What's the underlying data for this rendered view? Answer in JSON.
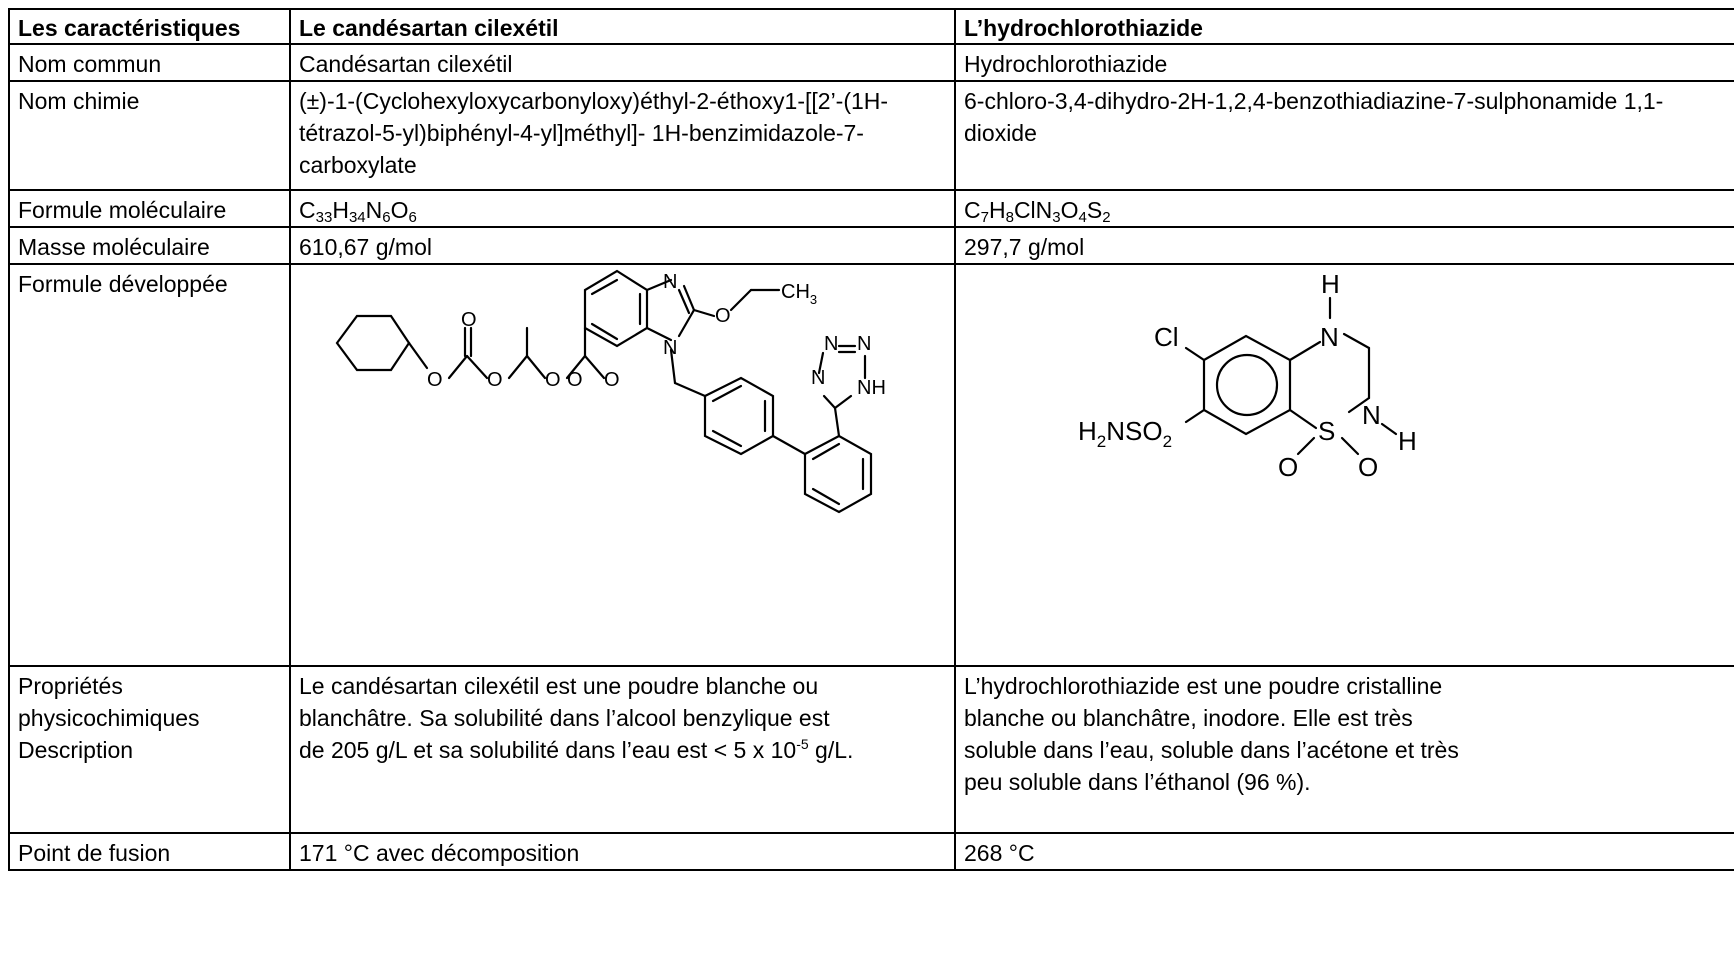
{
  "table": {
    "headers": {
      "c1": "Les caractéristiques",
      "c2": "Le candésartan cilexétil",
      "c3": "L’hydrochlorothiazide"
    },
    "rows": {
      "nom_commun": {
        "label": "Nom commun",
        "c2": "Candésartan cilexétil",
        "c3": "Hydrochlorothiazide"
      },
      "nom_chimie": {
        "label": "Nom chimie",
        "c2": "(±)-1-(Cyclohexyloxycarbonyloxy)éthyl-2-éthoxy1-[[2’-(1H- tétrazol-5-yl)biphényl-4-yl]méthyl]- 1H-benzimidazole-7- carboxylate",
        "c3": "6-chloro-3,4-dihydro-2H-1,2,4-benzothiadiazine-7-sulphonamide 1,1-dioxide"
      },
      "formule_moleculaire": {
        "label": "Formule moléculaire",
        "c2": [
          "C",
          "33",
          "H",
          "34",
          "N",
          "6",
          "O",
          "6"
        ],
        "c3": [
          "C",
          "7",
          "H",
          "8",
          "ClN",
          "3",
          "O",
          "4",
          "S",
          "2"
        ]
      },
      "masse_moleculaire": {
        "label": "Masse moléculaire",
        "c2": "610,67 g/mol",
        "c3": "297,7 g/mol"
      },
      "formule_developpee": {
        "label": "Formule développée",
        "c2_atoms": {
          "n1": "N",
          "n2": "N",
          "o1": "O",
          "ch3": "CH",
          "ch3_sub": "3",
          "o_carb1": "O",
          "o_carb2": "O",
          "o_carb3": "O",
          "o_carb4": "O",
          "o_ester1": "O",
          "o_ester2": "O",
          "tz_n1": "N",
          "tz_n2": "N",
          "tz_n3": "N",
          "tz_nh": "NH"
        },
        "c3_atoms": {
          "h_top": "H",
          "n_top": "N",
          "cl": "Cl",
          "n_right": "N",
          "h_right": "H",
          "s": "S",
          "o_left": "O",
          "o_right": "O",
          "h2nso2": [
            "H",
            "2",
            "NSO",
            "2"
          ]
        }
      },
      "proprietes": {
        "label_lines": [
          "Propriétés",
          "physicochimiques",
          "Description"
        ],
        "c2_lines": [
          "Le candésartan cilexétil est une poudre blanche ou",
          "blanchâtre. Sa solubilité dans l’alcool benzylique est"
        ],
        "c2_last": {
          "before": "de 205 g/L et sa solubilité dans l’eau est < 5 x 10",
          "exponent": "-5",
          "after": " g/L."
        },
        "c3_lines": [
          "L’hydrochlorothiazide est une poudre cristalline",
          "blanche ou blanchâtre, inodore. Elle est très",
          "soluble dans l’eau, soluble dans l’acétone et très",
          "peu soluble dans l’éthanol (96 %)."
        ]
      },
      "point_fusion": {
        "label": "Point de fusion",
        "c2": "171 °C avec décomposition",
        "c3": "268 °C"
      }
    }
  }
}
